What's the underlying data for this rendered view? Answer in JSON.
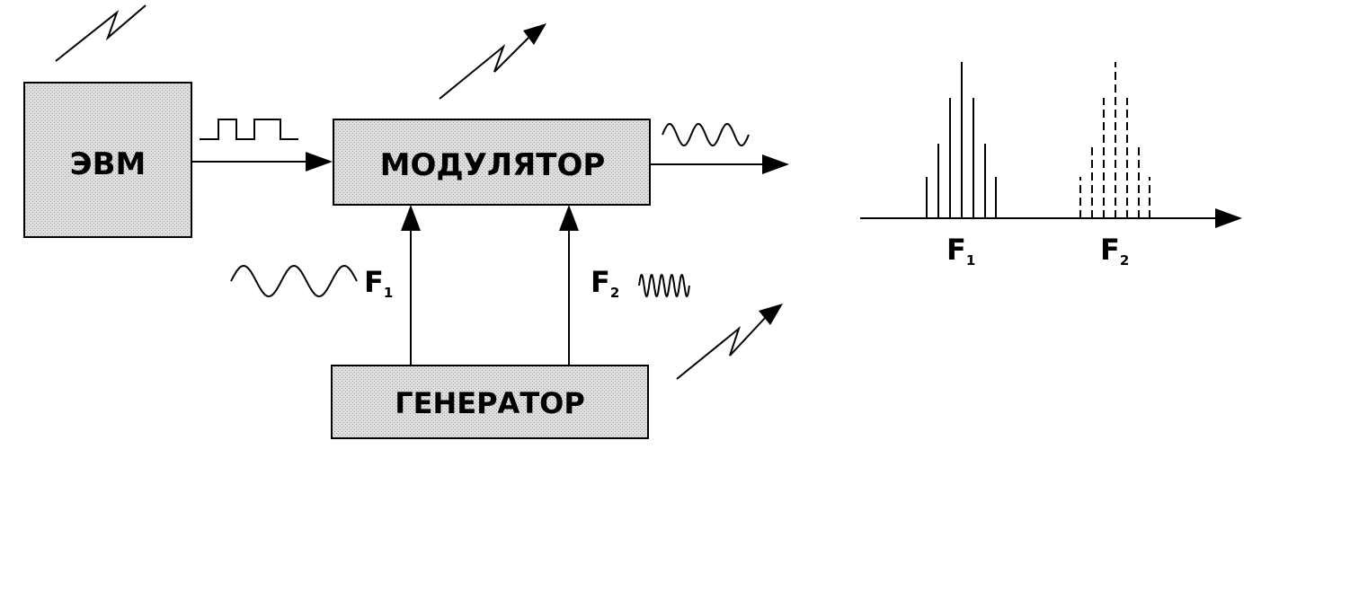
{
  "blocks": {
    "computer": {
      "label": "ЭВМ"
    },
    "modulator": {
      "label": "МОДУЛЯТОР"
    },
    "generator": {
      "label": "ГЕНЕРАТОР"
    }
  },
  "signals": {
    "f1": {
      "letter": "F",
      "index": "1"
    },
    "f2": {
      "letter": "F",
      "index": "2"
    }
  },
  "spectrum": {
    "f1": {
      "letter": "F",
      "index": "1"
    },
    "f2": {
      "letter": "F",
      "index": "2"
    }
  },
  "colors": {
    "ink": "#000000",
    "block_fill": "#d7d7d7",
    "background": "#ffffff"
  }
}
